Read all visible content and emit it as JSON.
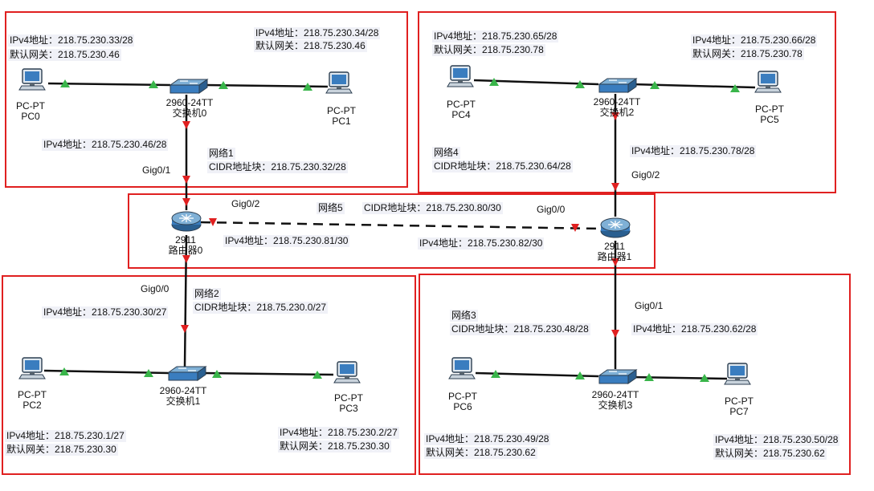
{
  "colors": {
    "zone_border": "#e02020",
    "link": "#111111",
    "link_up": "#39b54a",
    "link_down": "#e02020",
    "device": "#3a7dbf"
  },
  "devices": {
    "pc0": {
      "type": "PC-PT",
      "name": "PC0"
    },
    "pc1": {
      "type": "PC-PT",
      "name": "PC1"
    },
    "pc2": {
      "type": "PC-PT",
      "name": "PC2"
    },
    "pc3": {
      "type": "PC-PT",
      "name": "PC3"
    },
    "pc4": {
      "type": "PC-PT",
      "name": "PC4"
    },
    "pc5": {
      "type": "PC-PT",
      "name": "PC5"
    },
    "pc6": {
      "type": "PC-PT",
      "name": "PC6"
    },
    "pc7": {
      "type": "PC-PT",
      "name": "PC7"
    },
    "sw0": {
      "type": "2960-24TT",
      "name": "交换机0"
    },
    "sw1": {
      "type": "2960-24TT",
      "name": "交换机1"
    },
    "sw2": {
      "type": "2960-24TT",
      "name": "交换机2"
    },
    "sw3": {
      "type": "2960-24TT",
      "name": "交换机3"
    },
    "r0": {
      "type": "2911",
      "name": "路由器0"
    },
    "r1": {
      "type": "2911",
      "name": "路由器1"
    }
  },
  "labels": {
    "pc0_ip": "IPv4地址：218.75.230.33/28",
    "pc0_gw": "默认网关：218.75.230.46",
    "pc1_ip": "IPv4地址：218.75.230.34/28",
    "pc1_gw": "默认网关：218.75.230.46",
    "r0_g01_ip": "IPv4地址：218.75.230.46/28",
    "net1_name": "网络1",
    "net1_cidr": "CIDR地址块：218.75.230.32/28",
    "pc4_ip": "IPv4地址：218.75.230.65/28",
    "pc4_gw": "默认网关：218.75.230.78",
    "pc5_ip": "IPv4地址：218.75.230.66/28",
    "pc5_gw": "默认网关：218.75.230.78",
    "net4_name": "网络4",
    "net4_cidr": "CIDR地址块：218.75.230.64/28",
    "r1_g02_ip": "IPv4地址：218.75.230.78/28",
    "net5_name": "网络5",
    "net5_cidr": "CIDR地址块：218.75.230.80/30",
    "r0_g02_ip": "IPv4地址：218.75.230.81/30",
    "r1_g00_ip": "IPv4地址：218.75.230.82/30",
    "r0_g00_ip": "IPv4地址：218.75.230.30/27",
    "net2_name": "网络2",
    "net2_cidr": "CIDR地址块：218.75.230.0/27",
    "pc2_ip": "IPv4地址：218.75.230.1/27",
    "pc2_gw": "默认网关：218.75.230.30",
    "pc3_ip": "IPv4地址：218.75.230.2/27",
    "pc3_gw": "默认网关：218.75.230.30",
    "net3_name": "网络3",
    "net3_cidr": "CIDR地址块：218.75.230.48/28",
    "r1_g01_ip": "IPv4地址：218.75.230.62/28",
    "pc6_ip": "IPv4地址：218.75.230.49/28",
    "pc6_gw": "默认网关：218.75.230.62",
    "pc7_ip": "IPv4地址：218.75.230.50/28",
    "pc7_gw": "默认网关：218.75.230.62"
  },
  "ports": {
    "r0_top": "Gig0/1",
    "r0_right": "Gig0/2",
    "r0_bottom": "Gig0/0",
    "r1_top": "Gig0/2",
    "r1_left": "Gig0/0",
    "r1_bottom": "Gig0/1"
  }
}
